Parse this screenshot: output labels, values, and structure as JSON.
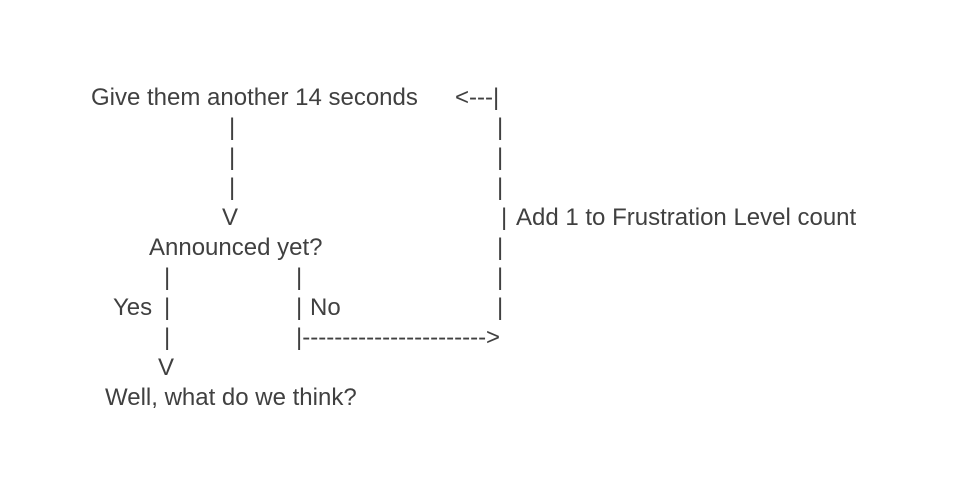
{
  "flowchart": {
    "nodes": {
      "wait": "Give them another 14 seconds",
      "check": "Announced yet?",
      "end": "Well, what do we think?"
    },
    "labels": {
      "yes": "Yes",
      "no": "No",
      "loop": "Add 1 to Frustration Level count"
    },
    "glyphs": {
      "pipe": "|",
      "arrow_down": "V",
      "loop_top": "<---|",
      "no_arrow": "|----------------------->"
    }
  }
}
